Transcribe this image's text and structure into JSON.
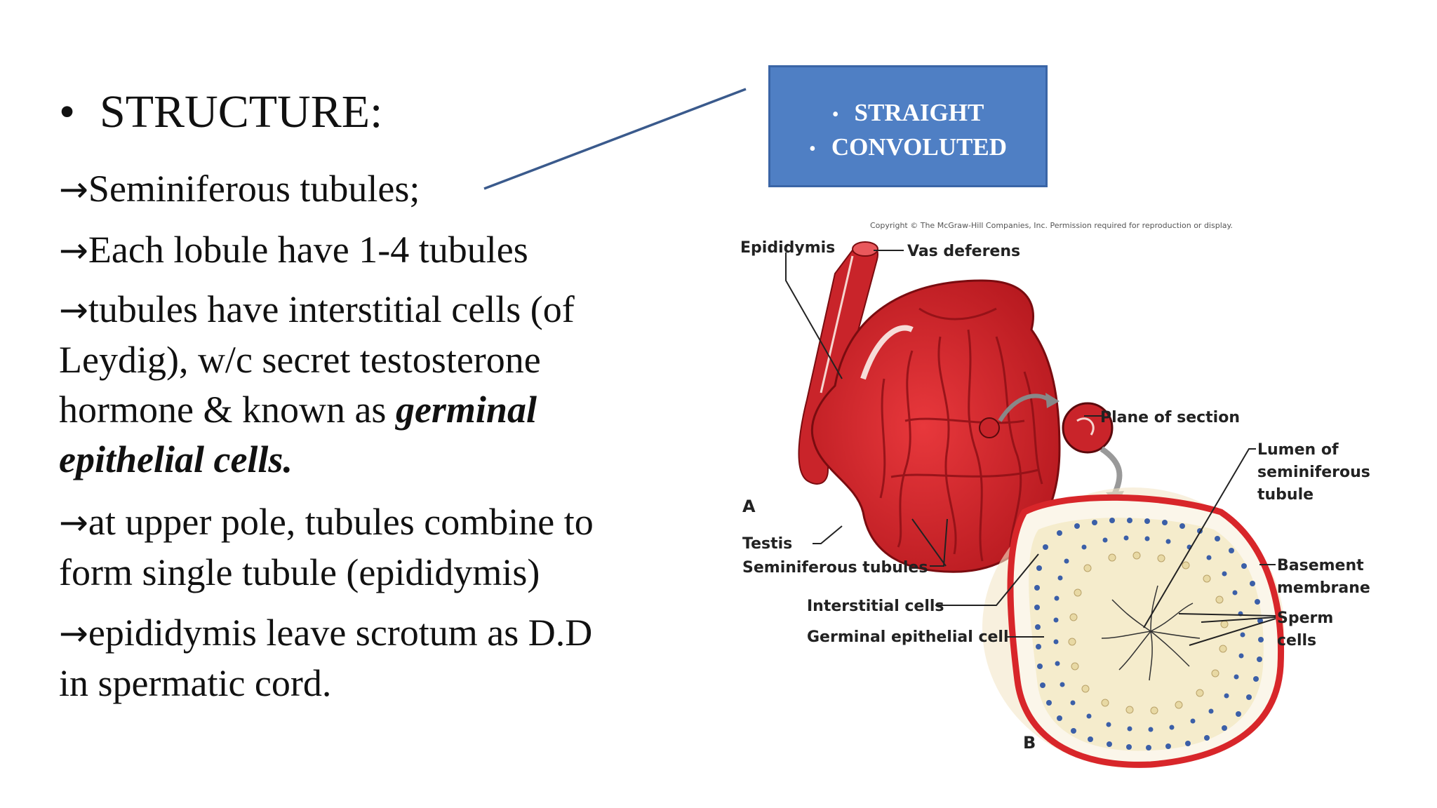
{
  "slide": {
    "title_bullet": "•",
    "title": "STRUCTURE:",
    "arrow_glyph": "→",
    "points": [
      {
        "text": "Seminiferous tubules;"
      },
      {
        "text": "Each lobule have 1-4 tubules"
      },
      {
        "lines": [
          "tubules have interstitial cells (of",
          "Leydig), w/c secret testosterone"
        ],
        "line3_plain": "hormone & known as ",
        "line3_emph": "germinal",
        "line4_emph": "epithelial cells."
      },
      {
        "lines": [
          "at upper pole, tubules combine to",
          "form single tubule (epididymis)"
        ]
      },
      {
        "lines": [
          "epididymis leave scrotum as D.D",
          "in spermatic cord."
        ]
      }
    ]
  },
  "callout": {
    "bullet": "•",
    "items": [
      "STRAIGHT",
      "CONVOLUTED"
    ],
    "bg_color": "#4f7fc4"
  },
  "figure": {
    "copyright": "Copyright © The McGraw-Hill Companies, Inc. Permission required for reproduction or display.",
    "labels": {
      "epididymis": "Epididymis",
      "vas_deferens": "Vas deferens",
      "plane_of_section": "Plane of section",
      "panel_a": "A",
      "panel_b": "B",
      "testis": "Testis",
      "seminiferous_tubules": "Seminiferous tubules",
      "interstitial_cells": "Interstitial cells",
      "germinal_epithelial_cell": "Germinal epithelial cell",
      "lumen": [
        "Lumen of",
        "seminiferous",
        "tubule"
      ],
      "basement_membrane": [
        "Basement",
        "membrane"
      ],
      "sperm_cells": [
        "Sperm",
        "cells"
      ]
    },
    "colors": {
      "tissue_red": "#d8262a",
      "tubule_dark": "#8e1016",
      "cell_blue": "#3b5fa8",
      "cell_cream": "#f1e3b2"
    }
  }
}
